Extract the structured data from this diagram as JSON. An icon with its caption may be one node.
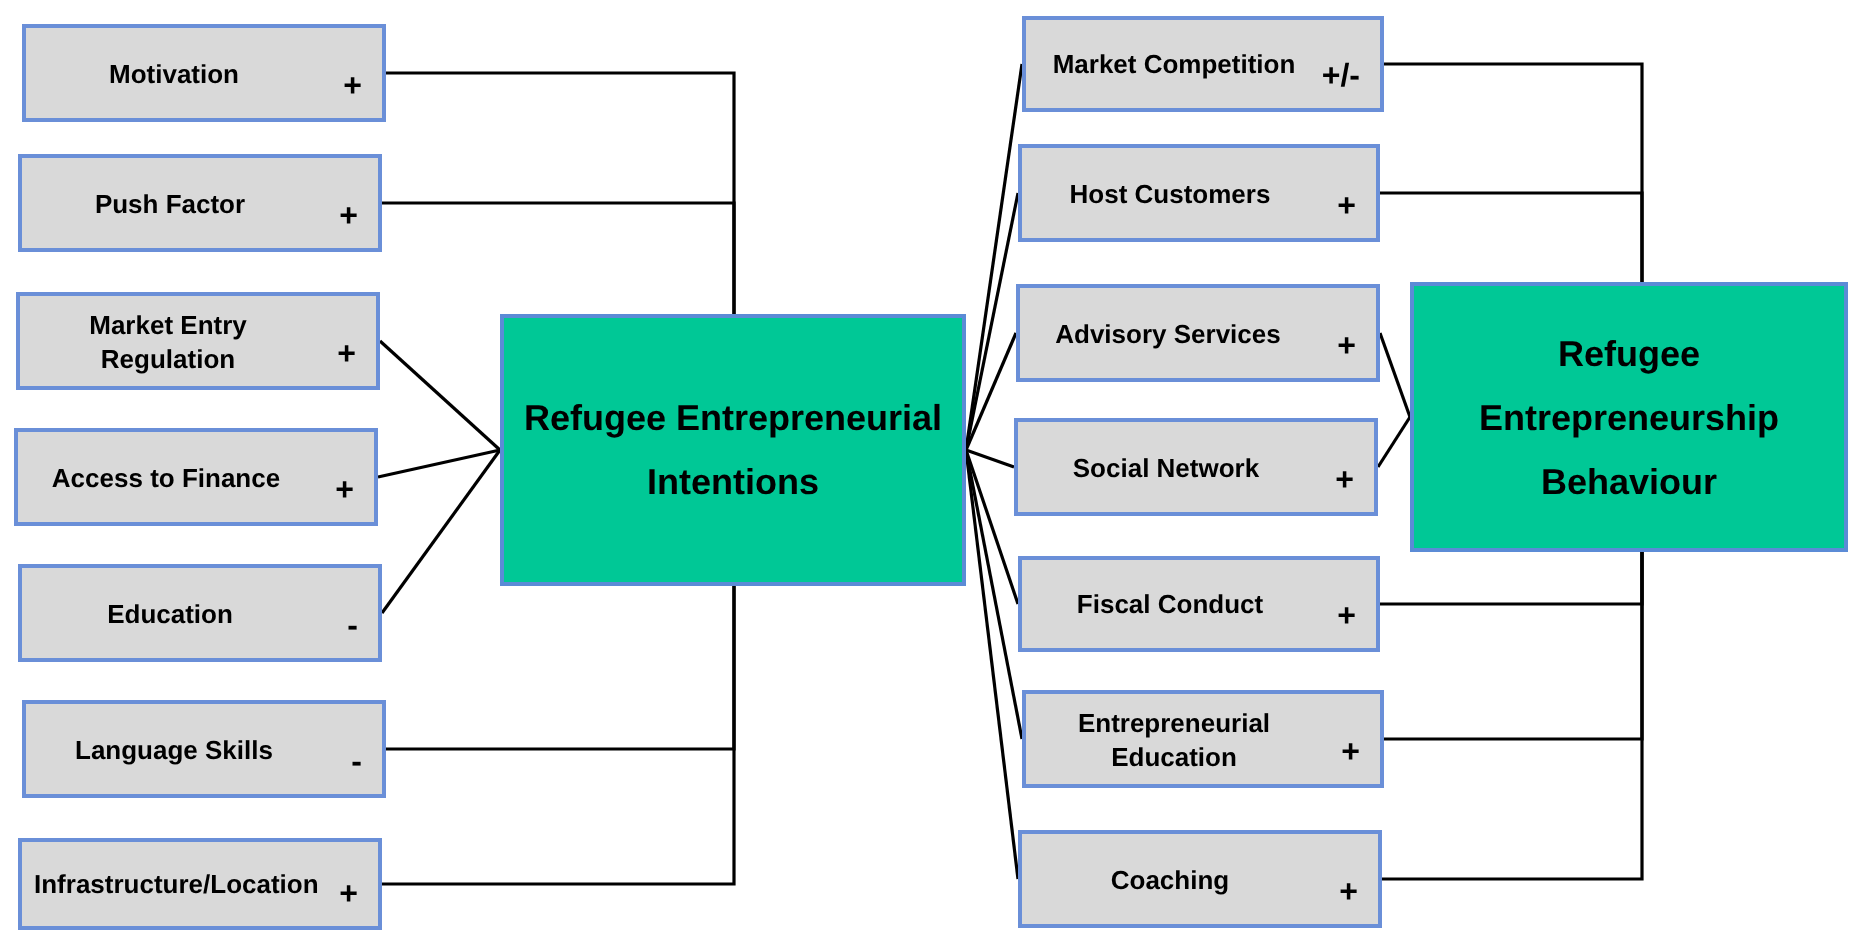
{
  "diagram": {
    "nodes": [
      {
        "text": [
          "Motivation",
          "+"
        ]
      },
      {
        "text": [
          "Push Factor",
          "+"
        ]
      },
      {
        "text": [
          "Market Entry Regulation",
          "+"
        ]
      },
      {
        "text": [
          "Access to Finance",
          "+"
        ]
      },
      {
        "text": [
          "Education",
          "-"
        ]
      },
      {
        "text": [
          "Language Skills",
          "-"
        ]
      },
      {
        "text": [
          "Infrastructure/Location",
          "+"
        ]
      },
      {
        "text": [
          "Refugee Entrepreneurial Intentions"
        ]
      },
      {
        "text": [
          "Market Competition",
          "+/-"
        ]
      },
      {
        "text": [
          "Host Customers",
          "+"
        ]
      },
      {
        "text": [
          "Advisory Services",
          "+"
        ]
      },
      {
        "text": [
          "Social Network",
          "+"
        ]
      },
      {
        "text": [
          "Fiscal Conduct",
          "+"
        ]
      },
      {
        "text": [
          "Entrepreneurial Education",
          "+"
        ]
      },
      {
        "text": [
          "Coaching",
          "+"
        ]
      },
      {
        "text": [
          "Refugee Entrepreneurship Behaviour"
        ]
      }
    ],
    "edges": [
      {
        "from": 0,
        "to": 7,
        "arrow": "none"
      },
      {
        "from": 1,
        "to": 7,
        "arrow": "none"
      },
      {
        "from": 2,
        "to": 7,
        "arrow": "none"
      },
      {
        "from": 3,
        "to": 7,
        "arrow": "none"
      },
      {
        "from": 4,
        "to": 7,
        "arrow": "none"
      },
      {
        "from": 5,
        "to": 7,
        "arrow": "none"
      },
      {
        "from": 6,
        "to": 7,
        "arrow": "none"
      },
      {
        "from": 7,
        "to": 8,
        "arrow": "none"
      },
      {
        "from": 7,
        "to": 9,
        "arrow": "none"
      },
      {
        "from": 7,
        "to": 10,
        "arrow": "none"
      },
      {
        "from": 7,
        "to": 11,
        "arrow": "none"
      },
      {
        "from": 7,
        "to": 12,
        "arrow": "none"
      },
      {
        "from": 7,
        "to": 13,
        "arrow": "none"
      },
      {
        "from": 7,
        "to": 14,
        "arrow": "none"
      },
      {
        "from": 8,
        "to": 15,
        "arrow": "none"
      },
      {
        "from": 9,
        "to": 15,
        "arrow": "none"
      },
      {
        "from": 10,
        "to": 15,
        "arrow": "none"
      },
      {
        "from": 11,
        "to": 15,
        "arrow": "none"
      },
      {
        "from": 12,
        "to": 15,
        "arrow": "none"
      },
      {
        "from": 13,
        "to": 15,
        "arrow": "none"
      },
      {
        "from": 14,
        "to": 15,
        "arrow": "none"
      }
    ]
  }
}
